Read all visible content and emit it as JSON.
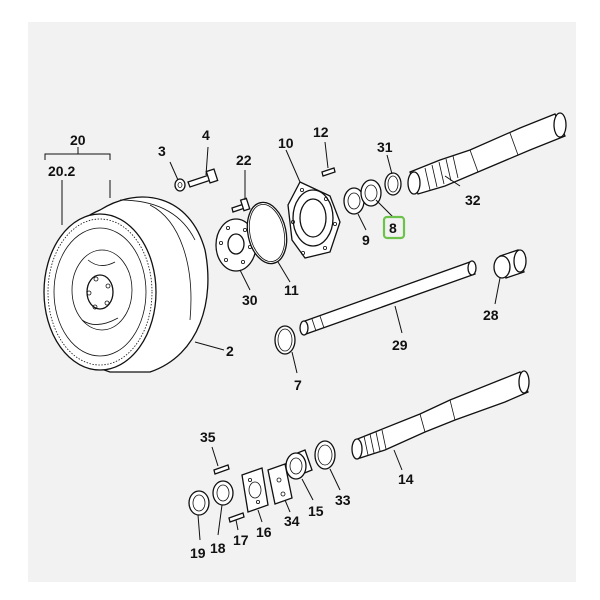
{
  "diagram": {
    "labels": {
      "l20": "20",
      "l20_2": "20.2",
      "l3": "3",
      "l4": "4",
      "l22": "22",
      "l10": "10",
      "l12": "12",
      "l31": "31",
      "l32": "32",
      "l9": "9",
      "l8": "8",
      "l30": "30",
      "l11": "11",
      "l2": "2",
      "l28": "28",
      "l29": "29",
      "l7": "7",
      "l35": "35",
      "l14": "14",
      "l19": "19",
      "l18": "18",
      "l17": "17",
      "l16": "16",
      "l34": "34",
      "l15": "15",
      "l33": "33"
    },
    "highlight_color": "#6cc24a"
  }
}
